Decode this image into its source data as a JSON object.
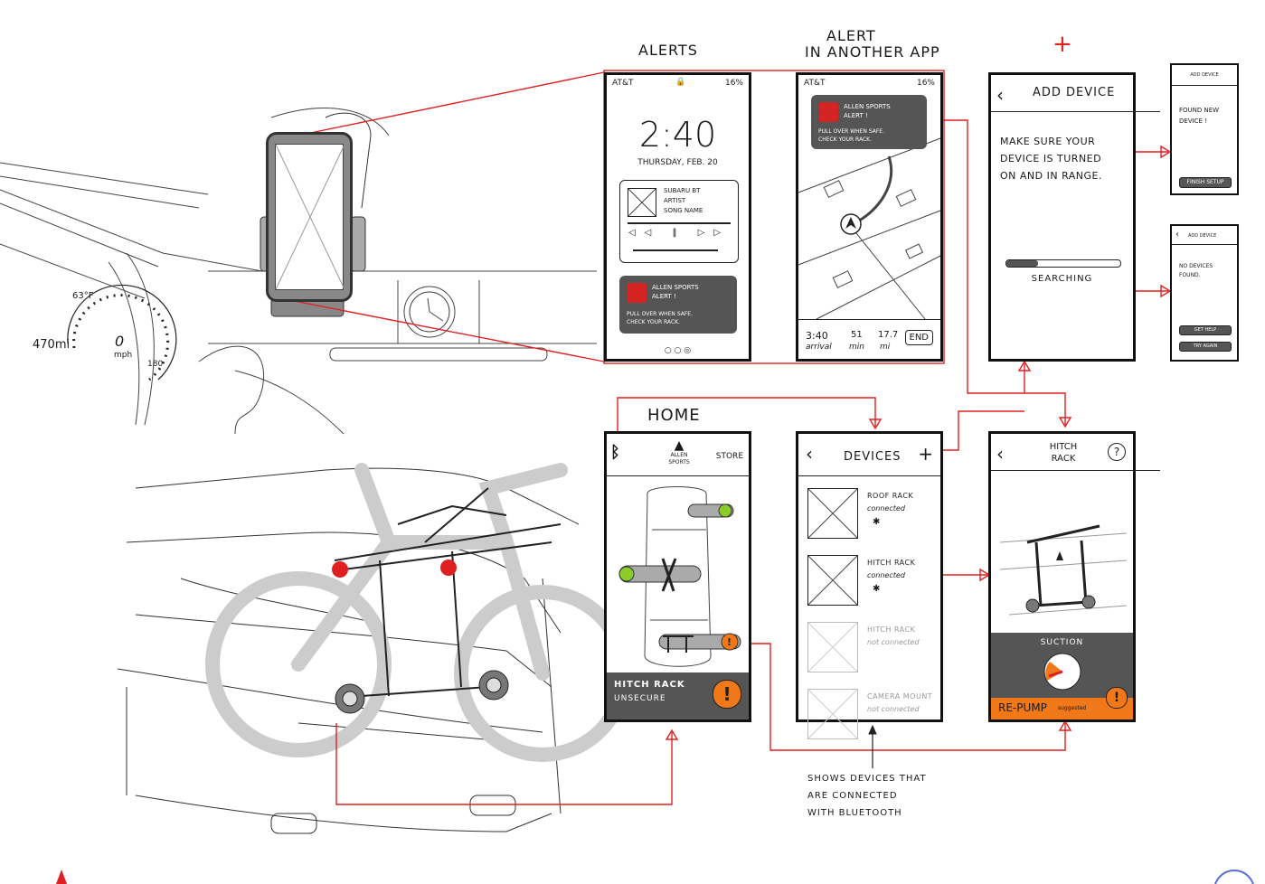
{
  "labels": {
    "alerts": "ALERTS",
    "alert_other_app_1": "ALERT",
    "alert_other_app_2": "IN ANOTHER APP",
    "plus": "+",
    "home": "HOME",
    "shows_devices_1": "SHOWS DEVICES THAT",
    "shows_devices_2": "ARE CONNECTED",
    "shows_devices_3": "WITH BLUETOOTH"
  },
  "dashboard": {
    "temp": "63°F",
    "range": "470mi",
    "speed": "0",
    "speed_unit": "mph",
    "max": "180"
  },
  "lockscreen": {
    "carrier": "AT&T",
    "battery": "16%",
    "time": "2:40",
    "date": "THURSDAY, FEB. 20",
    "music_line1": "SUBARU BT",
    "music_line2": "ARTIST",
    "music_line3": "SONG NAME",
    "alert_title_1": "ALLEN SPORTS",
    "alert_title_2": "ALERT !",
    "alert_body_1": "PULL OVER WHEN SAFE.",
    "alert_body_2": "CHECK YOUR RACK."
  },
  "nav_app": {
    "carrier": "AT&T",
    "battery": "16%",
    "alert_title_1": "ALLEN SPORTS",
    "alert_title_2": "ALERT !",
    "alert_body_1": "PULL OVER WHEN SAFE.",
    "alert_body_2": "CHECK YOUR RACK.",
    "arrival": "3:40",
    "arrival_label": "arrival",
    "min": "51",
    "min_label": "min",
    "mi": "17.7",
    "mi_label": "mi",
    "end": "END"
  },
  "add_device": {
    "title": "ADD DEVICE",
    "line1": "MAKE SURE YOUR",
    "line2": "DEVICE IS TURNED",
    "line3": "ON AND IN RANGE.",
    "searching": "SEARCHING",
    "progress": 0.28
  },
  "found": {
    "title": "ADD DEVICE",
    "line1": "FOUND NEW",
    "line2": "DEVICE !",
    "button": "FINISH SETUP"
  },
  "not_found": {
    "title": "ADD DEVICE",
    "line1": "NO DEVICES",
    "line2": "FOUND.",
    "button1": "GET HELP",
    "button2": "TRY AGAIN"
  },
  "home": {
    "brand_1": "ALLEN",
    "brand_2": "SPORTS",
    "store": "STORE",
    "status_title": "HITCH RACK",
    "status_sub": "UNSECURE",
    "warn": "!"
  },
  "devices": {
    "title": "DEVICES",
    "add": "+",
    "items": [
      {
        "name": "ROOF RACK",
        "status": "connected",
        "bt": "✱"
      },
      {
        "name": "HITCH RACK",
        "status": "connected",
        "bt": "✱"
      },
      {
        "name": "HITCH RACK",
        "status": "not connected",
        "bt": ""
      },
      {
        "name": "CAMERA MOUNT",
        "status": "not connected",
        "bt": ""
      }
    ]
  },
  "hitch": {
    "title_1": "HITCH",
    "title_2": "RACK",
    "help": "?",
    "suction": "SUCTION",
    "repump": "RE-PUMP",
    "suggested": "suggested",
    "warn": "!"
  },
  "colors": {
    "red": "#e02020",
    "orange": "#f07818",
    "green": "#8ccc2a",
    "dark": "#555555"
  }
}
